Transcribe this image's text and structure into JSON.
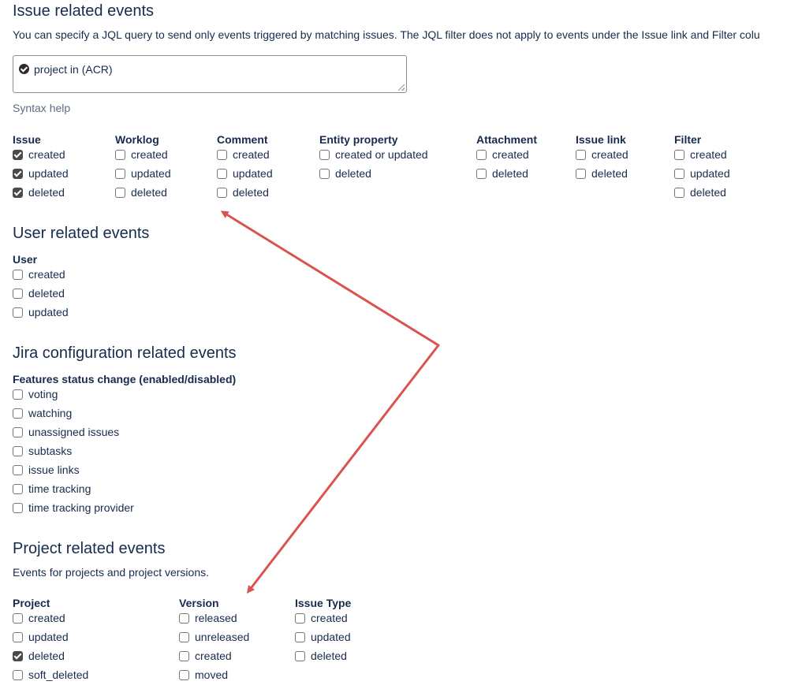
{
  "issue_section": {
    "title": "Issue related events",
    "description": "You can specify a JQL query to send only events triggered by matching issues. The JQL filter does not apply to events under the Issue link and Filter colu",
    "jql_value": "project in (ACR)",
    "syntax_help": "Syntax help",
    "groups": [
      {
        "title": "Issue",
        "options": [
          {
            "label": "created",
            "checked": true
          },
          {
            "label": "updated",
            "checked": true
          },
          {
            "label": "deleted",
            "checked": true
          }
        ]
      },
      {
        "title": "Worklog",
        "options": [
          {
            "label": "created",
            "checked": false
          },
          {
            "label": "updated",
            "checked": false
          },
          {
            "label": "deleted",
            "checked": false
          }
        ]
      },
      {
        "title": "Comment",
        "options": [
          {
            "label": "created",
            "checked": false
          },
          {
            "label": "updated",
            "checked": false
          },
          {
            "label": "deleted",
            "checked": false
          }
        ]
      },
      {
        "title": "Entity property",
        "options": [
          {
            "label": "created or updated",
            "checked": false
          },
          {
            "label": "deleted",
            "checked": false
          }
        ]
      },
      {
        "title": "Attachment",
        "options": [
          {
            "label": "created",
            "checked": false
          },
          {
            "label": "deleted",
            "checked": false
          }
        ]
      },
      {
        "title": "Issue link",
        "options": [
          {
            "label": "created",
            "checked": false
          },
          {
            "label": "deleted",
            "checked": false
          }
        ]
      },
      {
        "title": "Filter",
        "options": [
          {
            "label": "created",
            "checked": false
          },
          {
            "label": "updated",
            "checked": false
          },
          {
            "label": "deleted",
            "checked": false
          }
        ]
      }
    ]
  },
  "user_section": {
    "title": "User related events",
    "groups": [
      {
        "title": "User",
        "options": [
          {
            "label": "created",
            "checked": false
          },
          {
            "label": "deleted",
            "checked": false
          },
          {
            "label": "updated",
            "checked": false
          }
        ]
      }
    ]
  },
  "jira_config_section": {
    "title": "Jira configuration related events",
    "groups": [
      {
        "title": "Features status change (enabled/disabled)",
        "options": [
          {
            "label": "voting",
            "checked": false
          },
          {
            "label": "watching",
            "checked": false
          },
          {
            "label": "unassigned issues",
            "checked": false
          },
          {
            "label": "subtasks",
            "checked": false
          },
          {
            "label": "issue links",
            "checked": false
          },
          {
            "label": "time tracking",
            "checked": false
          },
          {
            "label": "time tracking provider",
            "checked": false
          }
        ]
      }
    ]
  },
  "project_section": {
    "title": "Project related events",
    "description": "Events for projects and project versions.",
    "groups": [
      {
        "title": "Project",
        "options": [
          {
            "label": "created",
            "checked": false
          },
          {
            "label": "updated",
            "checked": false
          },
          {
            "label": "deleted",
            "checked": true
          },
          {
            "label": "soft_deleted",
            "checked": false
          }
        ]
      },
      {
        "title": "Version",
        "options": [
          {
            "label": "released",
            "checked": false
          },
          {
            "label": "unreleased",
            "checked": false
          },
          {
            "label": "created",
            "checked": false
          },
          {
            "label": "moved",
            "checked": false
          }
        ]
      },
      {
        "title": "Issue Type",
        "options": [
          {
            "label": "created",
            "checked": false
          },
          {
            "label": "updated",
            "checked": false
          },
          {
            "label": "deleted",
            "checked": false
          }
        ]
      }
    ]
  },
  "annotation": {
    "color": "#d9534f"
  },
  "colors": {
    "text": "#172b4d",
    "link": "#5e6c84",
    "checked_fill": "#4a4a4a"
  }
}
